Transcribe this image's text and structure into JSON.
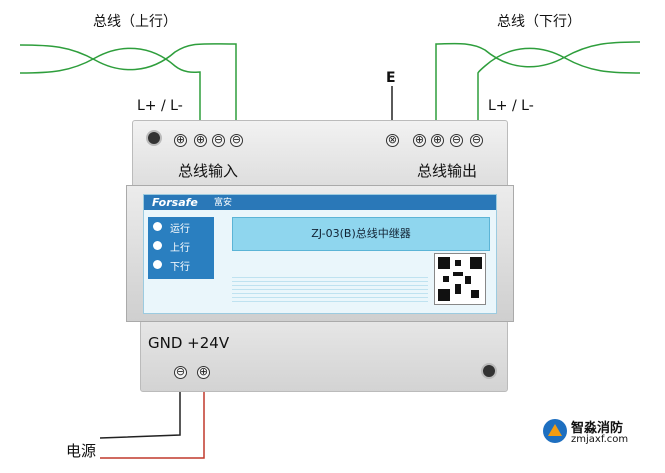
{
  "labels": {
    "bus_up": "总线（上行）",
    "bus_down": "总线（下行）",
    "lpl_left": "L+ / L-",
    "lpl_right": "L+ / L-",
    "e_label": "E",
    "bus_input": "总线输入",
    "bus_output": "总线输出",
    "gnd_24v": "GND +24V",
    "power": "电源"
  },
  "device": {
    "brand": "Forsafe",
    "brand_sub": "富安",
    "model": "ZJ-03(B)总线中继器",
    "leds": [
      "运行",
      "上行",
      "下行"
    ]
  },
  "terminals": {
    "left": [
      "⊕",
      "⊕",
      "⊖",
      "⊖"
    ],
    "right_e": "⊗",
    "right": [
      "⊕",
      "⊕",
      "⊖",
      "⊖"
    ],
    "power": [
      "⊖",
      "⊕"
    ]
  },
  "watermark": {
    "name": "智淼消防",
    "url": "zmjaxf.com"
  },
  "colors": {
    "bus_wire": "#2e9e3c",
    "power_plus": "#c0392b",
    "power_minus": "#222222",
    "panel_blue": "#2a78b8",
    "name_box": "#8fd6ee"
  }
}
